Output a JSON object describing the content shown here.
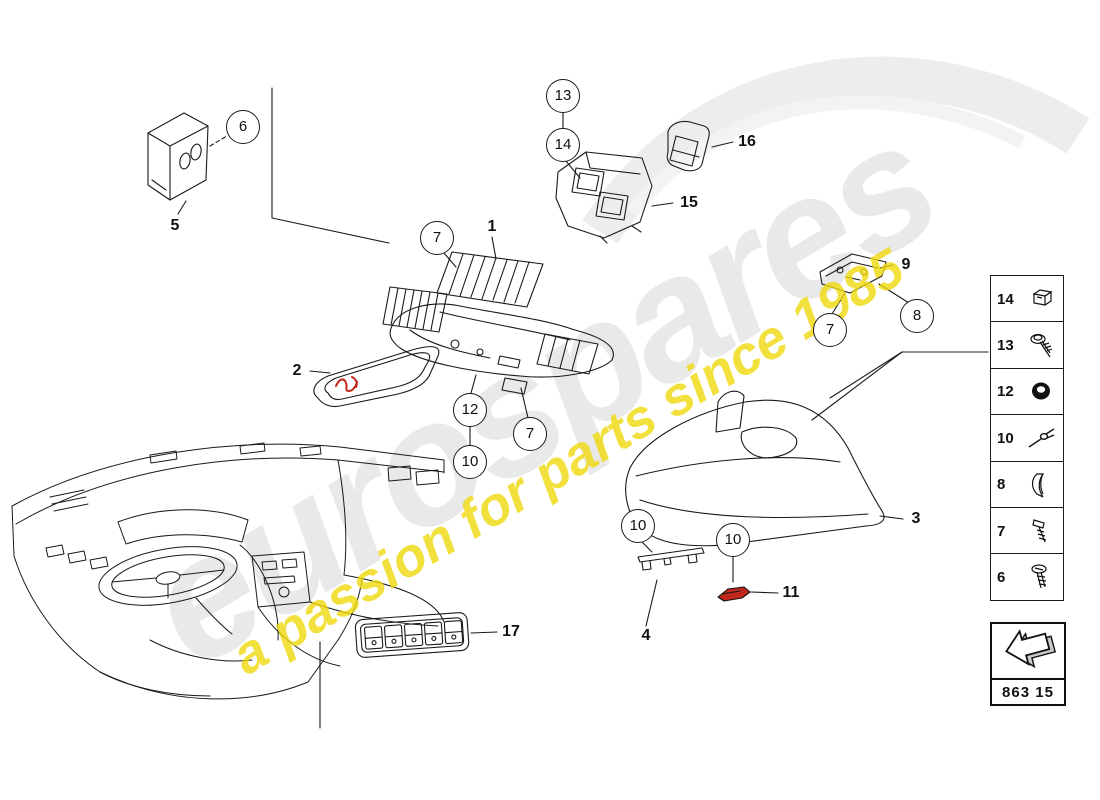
{
  "watermark": {
    "brand": "eurospares",
    "tagline": "a passion for parts since 1985",
    "brand_color": "#e9e9e9",
    "tagline_color": "#f0d90c"
  },
  "diagram": {
    "circled_callouts": [
      {
        "label": "6"
      },
      {
        "label": "13"
      },
      {
        "label": "14"
      },
      {
        "label": "7"
      },
      {
        "label": "8"
      },
      {
        "label": "7"
      },
      {
        "label": "12"
      },
      {
        "label": "10"
      },
      {
        "label": "7"
      },
      {
        "label": "10"
      },
      {
        "label": "10"
      }
    ],
    "part_labels": [
      {
        "label": "5"
      },
      {
        "label": "1"
      },
      {
        "label": "16"
      },
      {
        "label": "15"
      },
      {
        "label": "9"
      },
      {
        "label": "2"
      },
      {
        "label": "3"
      },
      {
        "label": "11"
      },
      {
        "label": "4"
      },
      {
        "label": "17"
      }
    ]
  },
  "sidebar": {
    "items": [
      {
        "number": "14",
        "icon": "mount-clip-icon"
      },
      {
        "number": "13",
        "icon": "screw-washer-icon"
      },
      {
        "number": "12",
        "icon": "grommet-icon"
      },
      {
        "number": "10",
        "icon": "rivet-icon"
      },
      {
        "number": "8",
        "icon": "spring-clip-icon"
      },
      {
        "number": "7",
        "icon": "bolt-icon"
      },
      {
        "number": "6",
        "icon": "screw-icon"
      }
    ]
  },
  "footer": {
    "code": "863 15"
  },
  "colors": {
    "line": "#1a1a1a",
    "accent_red": "#c1271b"
  }
}
